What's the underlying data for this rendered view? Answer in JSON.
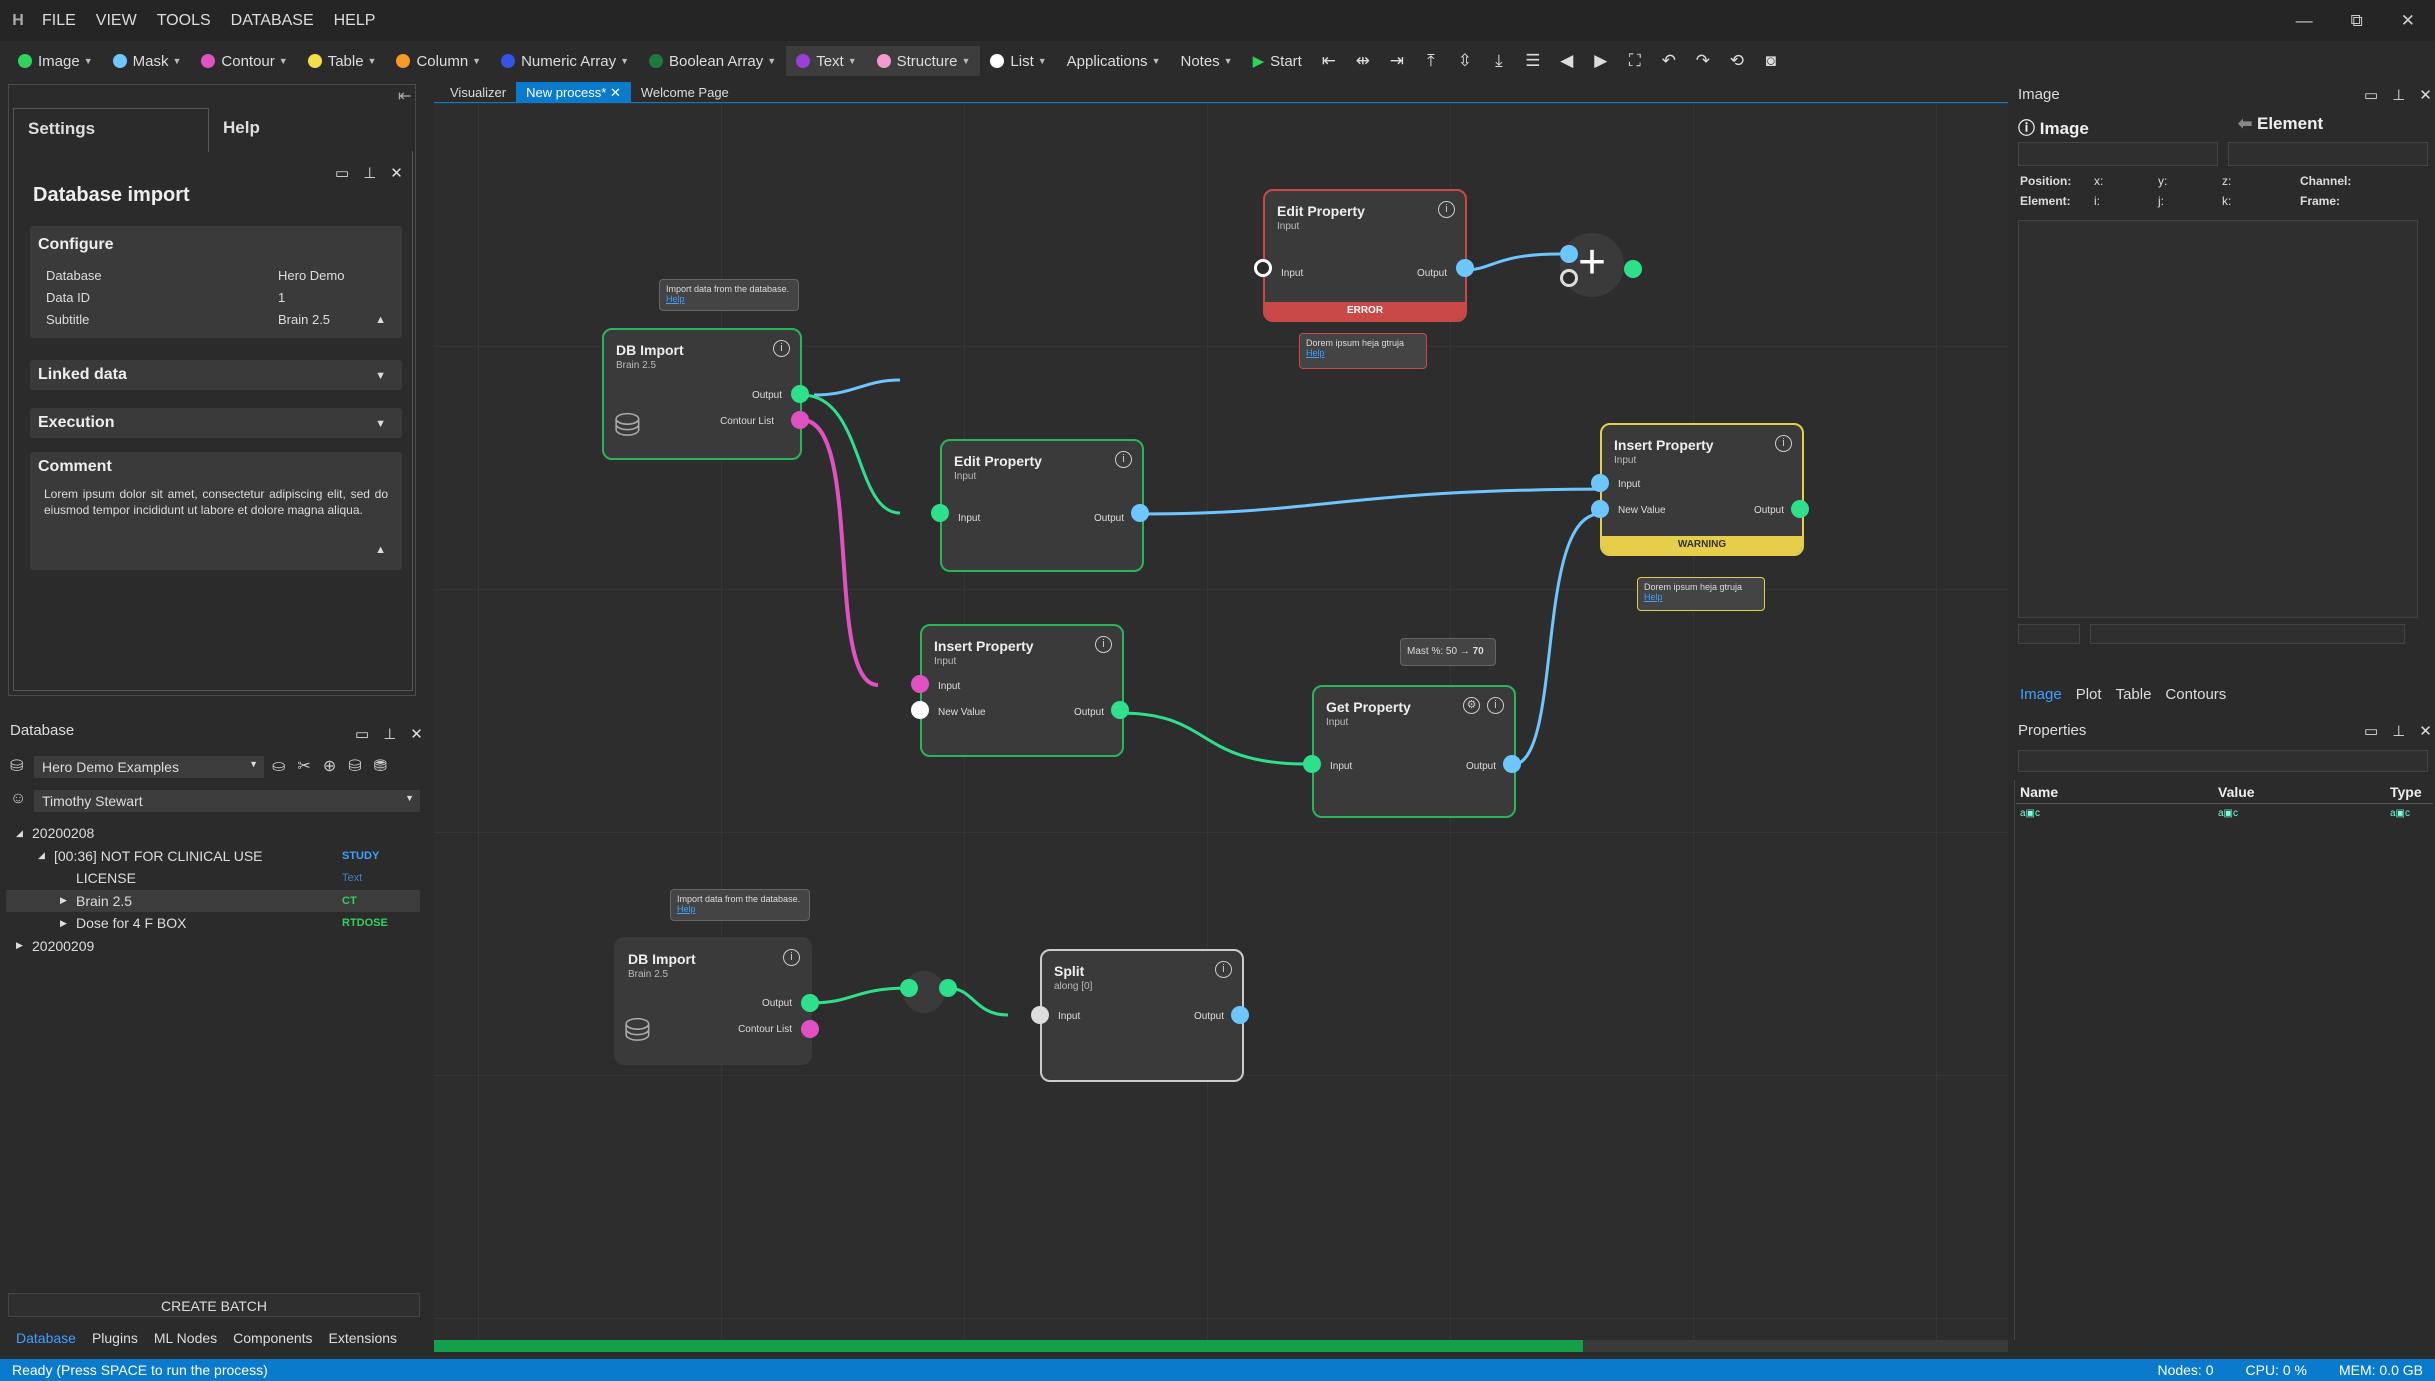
{
  "menu": {
    "logo": "H",
    "items": [
      "FILE",
      "VIEW",
      "TOOLS",
      "DATABASE",
      "HELP"
    ]
  },
  "toolbar": {
    "items": [
      {
        "label": "Image",
        "color": "#2fd35b"
      },
      {
        "label": "Mask",
        "color": "#6ec6ff"
      },
      {
        "label": "Contour",
        "color": "#e052c2"
      },
      {
        "label": "Table",
        "color": "#f2e04a"
      },
      {
        "label": "Column",
        "color": "#f59a2a"
      },
      {
        "label": "Numeric Array",
        "color": "#3454e6"
      },
      {
        "label": "Boolean Array",
        "color": "#1d7a3a"
      },
      {
        "label": "Text",
        "color": "#9b3fd9"
      },
      {
        "label": "Structure",
        "color": "#f09ad0"
      },
      {
        "label": "List",
        "color": "#ffffff"
      }
    ],
    "applications": "Applications",
    "notes": "Notes",
    "start": "Start"
  },
  "settings": {
    "tab_settings": "Settings",
    "tab_help": "Help",
    "title": "Database import",
    "configure": {
      "header": "Configure",
      "rows": [
        {
          "k": "Database",
          "v": "Hero Demo"
        },
        {
          "k": "Data ID",
          "v": "1"
        },
        {
          "k": "Subtitle",
          "v": "Brain 2.5"
        }
      ]
    },
    "linked": "Linked data",
    "execution": "Execution",
    "comment_header": "Comment",
    "comment": "Lorem ipsum dolor sit amet, consectetur adipiscing elit, sed do eiusmod tempor incididunt ut labore et dolore magna aliqua."
  },
  "database": {
    "header": "Database",
    "source": "Hero Demo Examples",
    "user": "Timothy Stewart",
    "tree": [
      {
        "label": "20200208",
        "tag": "",
        "tagcolor": "",
        "indent": 0,
        "exp": "◢"
      },
      {
        "label": "[00:36] NOT FOR CLINICAL USE",
        "tag": "STUDY",
        "tagcolor": "#3fa0ff",
        "indent": 1,
        "exp": "◢"
      },
      {
        "label": "LICENSE",
        "tag": "Text",
        "tagcolor": "#3f7fbf",
        "indent": 2,
        "exp": ""
      },
      {
        "label": "Brain 2.5",
        "tag": "CT",
        "tagcolor": "#2fd35b",
        "indent": 2,
        "exp": "▶"
      },
      {
        "label": "Dose for 4 F BOX",
        "tag": "RTDOSE",
        "tagcolor": "#2fd35b",
        "indent": 2,
        "exp": "▶"
      },
      {
        "label": "20200209",
        "tag": "",
        "tagcolor": "",
        "indent": 0,
        "exp": "▶"
      }
    ],
    "create_batch": "CREATE BATCH",
    "tabs": [
      "Database",
      "Plugins",
      "ML Nodes",
      "Components",
      "Extensions"
    ]
  },
  "canvas": {
    "tabs": [
      "Visualizer",
      "New process*",
      "Welcome Page"
    ],
    "progress": 0.73
  },
  "nodes": {
    "db1": {
      "title": "DB Import",
      "sub": "Brain 2.5",
      "out1": "Output",
      "out2": "Contour List",
      "tip": "Import data from the database.",
      "help": "Help"
    },
    "ep_error": {
      "title": "Edit Property",
      "sub": "Input",
      "in": "Input",
      "out": "Output",
      "banner": "ERROR",
      "tip": "Dorem ipsum heja gtruja",
      "help": "Help"
    },
    "ep2": {
      "title": "Edit Property",
      "sub": "Input",
      "in": "Input",
      "out": "Output"
    },
    "ip1": {
      "title": "Insert Property",
      "sub": "Input",
      "in1": "Input",
      "in2": "New Value",
      "out": "Output"
    },
    "gp": {
      "title": "Get Property",
      "sub": "Input",
      "in": "Input",
      "out": "Output",
      "tip_prefix": "Mast %: 50 →",
      "tip_value": "70"
    },
    "ip_warn": {
      "title": "Insert Property",
      "sub": "Input",
      "in1": "Input",
      "in2": "New Value",
      "out": "Output",
      "banner": "WARNING",
      "tip": "Dorem ipsum heja gtruja",
      "help": "Help"
    },
    "db2": {
      "title": "DB Import",
      "sub": "Brain 2.5",
      "out1": "Output",
      "out2": "Contour List",
      "tip": "Import data from the database.",
      "help": "Help"
    },
    "split": {
      "title": "Split",
      "sub": "along [0]",
      "in": "Input",
      "out": "Output"
    }
  },
  "right": {
    "image_panel": "Image",
    "image_tab": "Image",
    "element_tab": "Element",
    "labels": {
      "position": "Position:",
      "element": "Element:",
      "channel": "Channel:",
      "frame": "Frame:",
      "x": "x:",
      "y": "y:",
      "z": "z:",
      "i": "i:",
      "j": "j:",
      "k": "k:"
    },
    "viewer_tabs": [
      "Image",
      "Plot",
      "Table",
      "Contours"
    ],
    "properties": "Properties",
    "cols": [
      "Name",
      "Value",
      "Type"
    ]
  },
  "status": {
    "text": "Ready (Press SPACE to run the process)",
    "nodes": "Nodes: 0",
    "cpu": "CPU: 0 %",
    "mem": "MEM: 0.0 GB"
  }
}
